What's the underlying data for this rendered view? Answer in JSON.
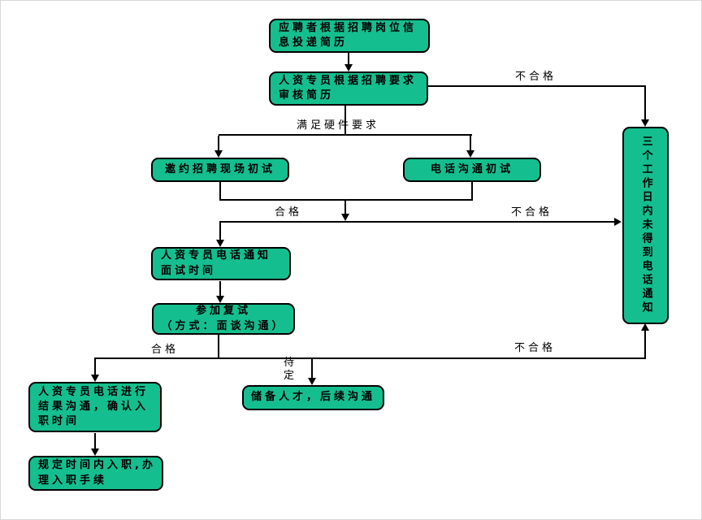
{
  "nodes": {
    "apply": "应聘者根据招聘岗位信\n息投递简历",
    "review": "人资专员根据招聘要求\n审核简历",
    "onsite": "邀约招聘现场初试",
    "phone": "电话沟通初试",
    "notify": "人资专员电话通知\n面试时间",
    "retest": "参加复试\n（方式：面谈沟通）",
    "result": "人资专员电话进行\n结果沟通，确认入\n职时间",
    "onboard": "规定时间内入职,办\n理入职手续",
    "reserve": "储备人才，后续沟通",
    "no_notice": "三个工作日内未得到电话通知"
  },
  "labels": {
    "meets_hardware": "满足硬件要求",
    "qualified": "合格",
    "unqualified": "不合格",
    "pending": "待\n定"
  },
  "colors": {
    "node_fill": "#15BE8E",
    "node_border": "#000000",
    "connector": "#000000",
    "background": "#FFFFFF"
  }
}
